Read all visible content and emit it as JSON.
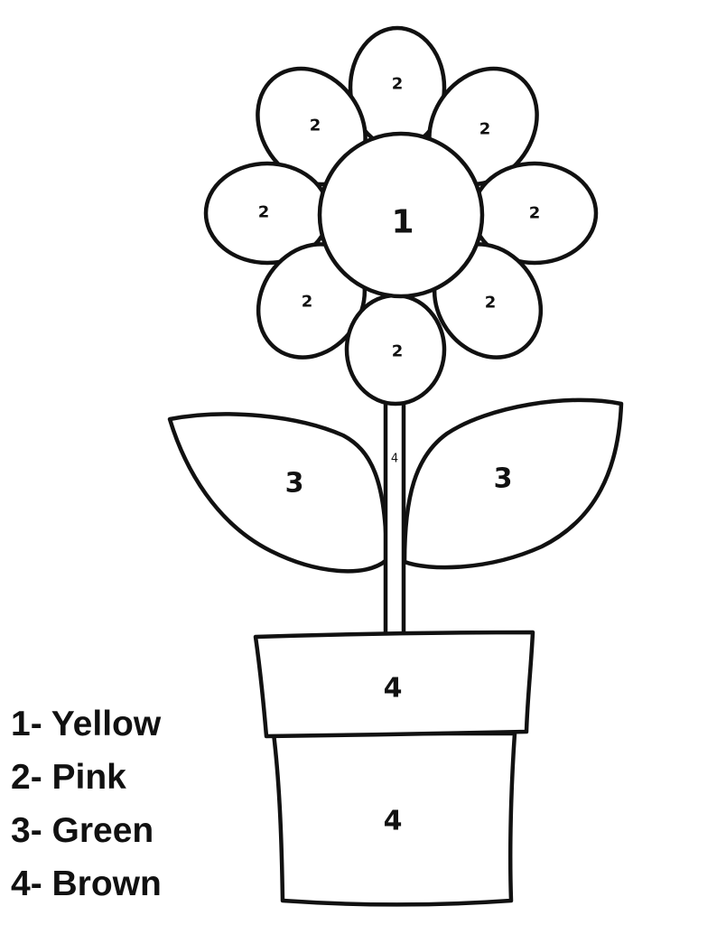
{
  "regions": {
    "center": "1",
    "petal_top": "2",
    "petal_upper_left": "2",
    "petal_upper_right": "2",
    "petal_left": "2",
    "petal_right": "2",
    "petal_lower_left": "2",
    "petal_lower_right": "2",
    "petal_bottom": "2",
    "leaf_left": "3",
    "leaf_right": "3",
    "stem": "4",
    "pot_rim": "4",
    "pot_body": "4"
  },
  "legend": [
    {
      "text": "1- Yellow"
    },
    {
      "text": "2- Pink"
    },
    {
      "text": "3- Green"
    },
    {
      "text": "4- Brown"
    }
  ]
}
